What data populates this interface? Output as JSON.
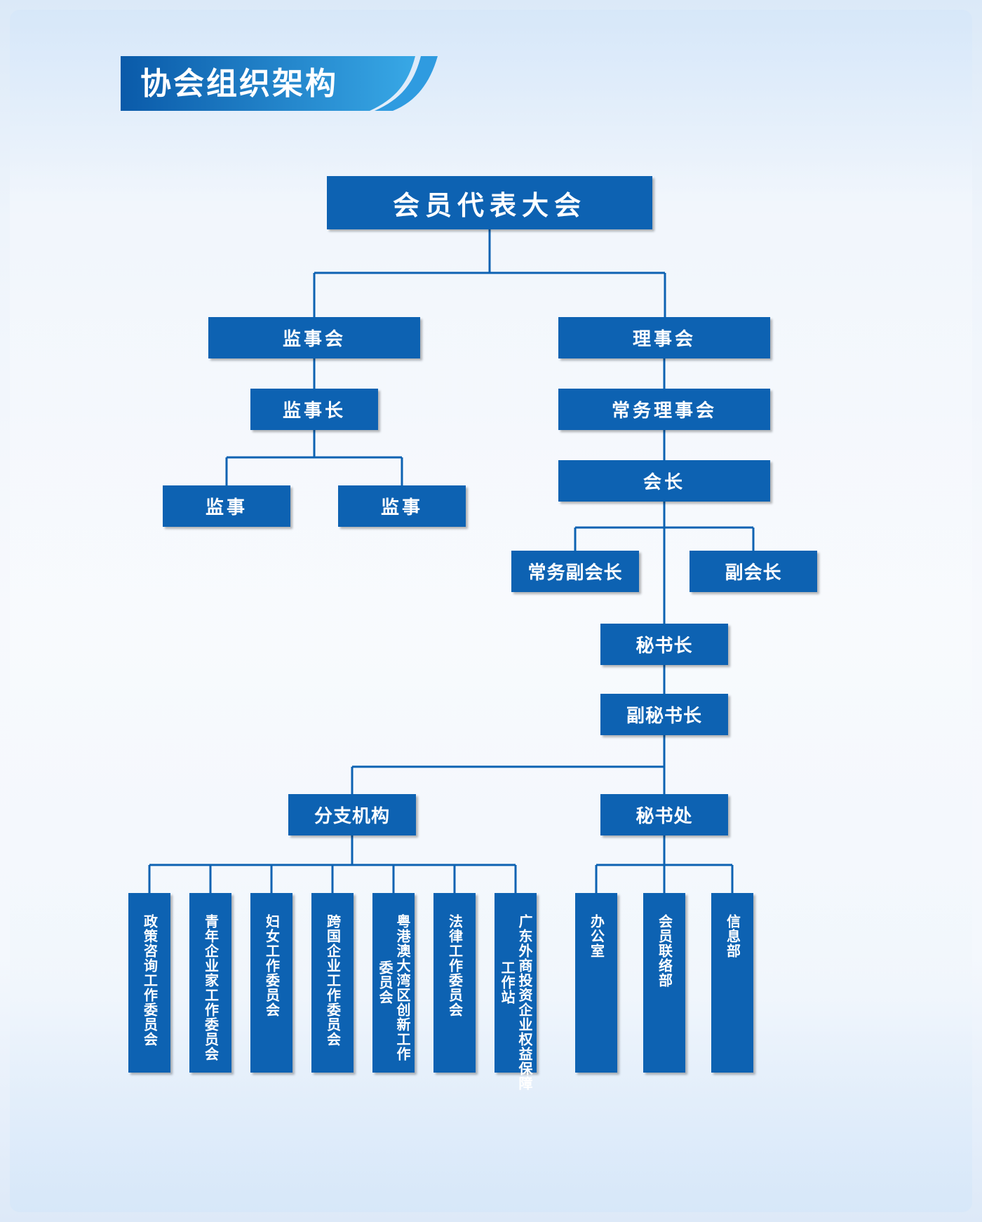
{
  "title": "协会组织架构",
  "colors": {
    "box": "#0d62b2",
    "line": "#0d62b2",
    "banner_start": "#0a5aa9",
    "banner_end": "#38a8e6"
  },
  "nodes": {
    "congress": "会员代表大会",
    "supervisory_board": "监事会",
    "council": "理事会",
    "chief_supervisor": "监事长",
    "standing_council": "常务理事会",
    "supervisor_1": "监事",
    "supervisor_2": "监事",
    "president": "会长",
    "exec_vice_president": "常务副会长",
    "vice_president": "副会长",
    "secretary_general": "秘书长",
    "deputy_secretary_general": "副秘书长",
    "branches": "分支机构",
    "secretariat": "秘书处"
  },
  "branch_committees": [
    {
      "lines": [
        "政策咨询工作委员会"
      ]
    },
    {
      "lines": [
        "青年企业家工作委员会"
      ]
    },
    {
      "lines": [
        "妇女工作委员会"
      ]
    },
    {
      "lines": [
        "跨国企业工作委员会"
      ]
    },
    {
      "lines": [
        "粤港澳大湾区创新工作",
        "委员会"
      ]
    },
    {
      "lines": [
        "法律工作委员会"
      ]
    },
    {
      "lines": [
        "广东外商投资企业权益保障",
        "工作站"
      ]
    }
  ],
  "secretariat_departments": [
    {
      "lines": [
        "办公室"
      ]
    },
    {
      "lines": [
        "会员联络部"
      ]
    },
    {
      "lines": [
        "信息部"
      ]
    }
  ]
}
